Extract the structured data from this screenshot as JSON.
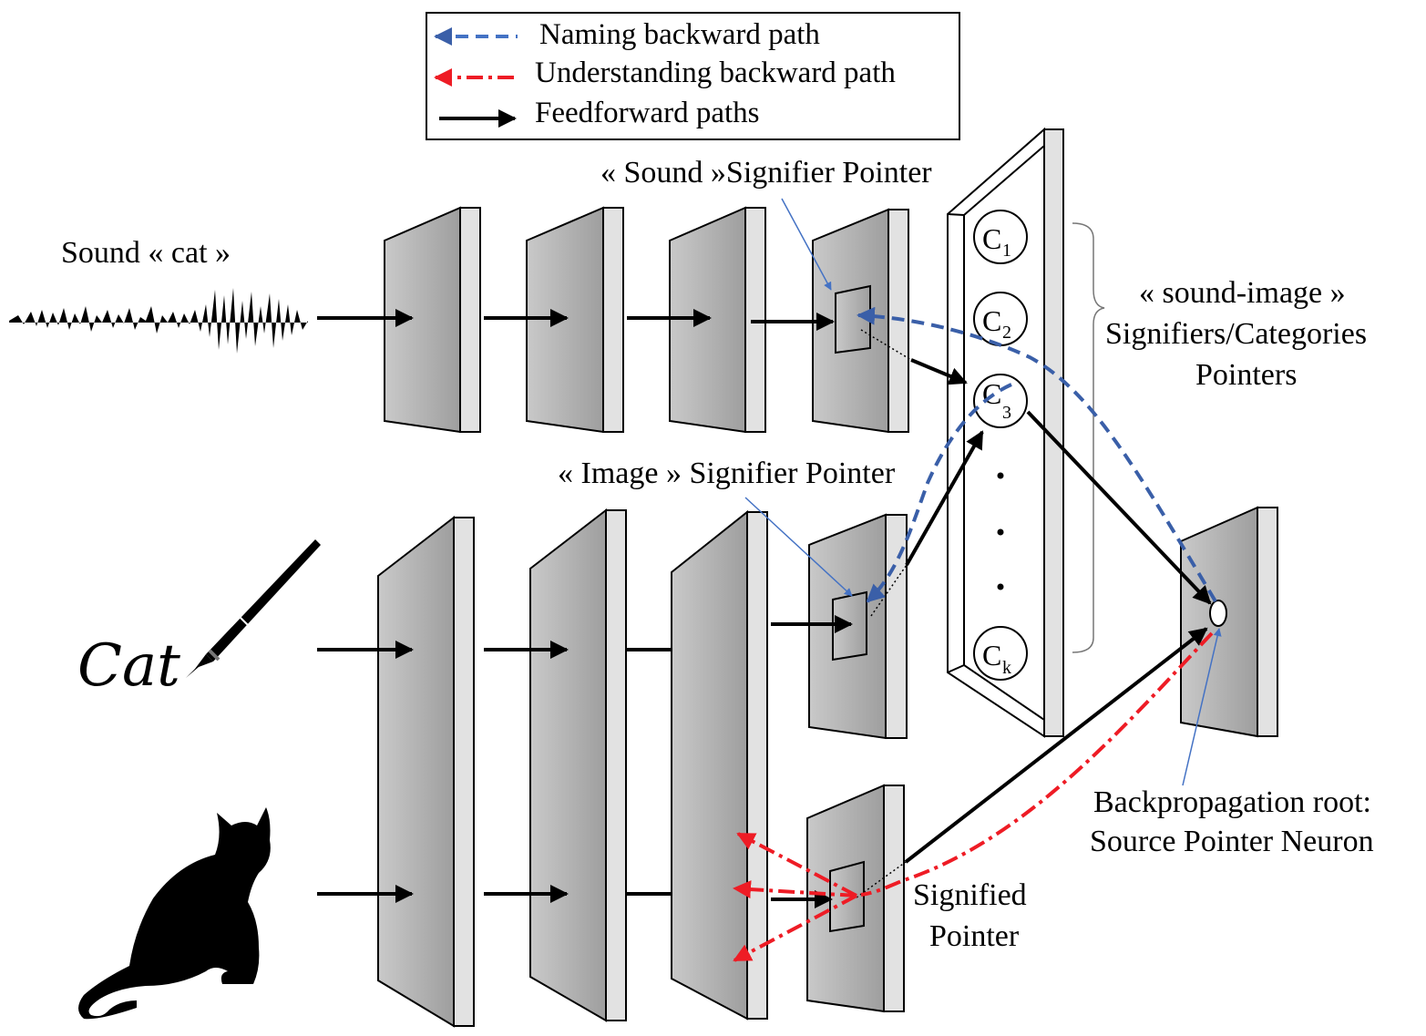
{
  "legend": {
    "naming": "Naming backward path",
    "understanding": "Understanding backward path",
    "feedforward": "Feedforward paths"
  },
  "colors": {
    "naming": "#3a5fa8",
    "understanding": "#ee1c25",
    "feedforward": "#000000",
    "annotation": "#4472c4",
    "layer_face": "#b4b4b4",
    "layer_edge": "#e2e2e2"
  },
  "inputs": {
    "sound_label": "Sound « cat »",
    "written_word": "Cat",
    "sound_icon": "sound-waveform-icon",
    "pen_icon": "fountain-pen-icon",
    "cat_icon": "cat-silhouette-icon"
  },
  "pointers": {
    "sound": "« Sound »Signifier Pointer",
    "image": "« Image » Signifier Pointer",
    "signified_line1": "Signified",
    "signified_line2": "Pointer"
  },
  "categories": {
    "c1": "C",
    "c1_sub": "1",
    "c2": "C",
    "c2_sub": "2",
    "c3": "C",
    "c3_sub": "3",
    "ck": "C",
    "ck_sub": "k",
    "group_line1": "« sound-image »",
    "group_line2": "Signifiers/Categories",
    "group_line3": "Pointers"
  },
  "root": {
    "line1": "Backpropagation root:",
    "line2": "Source Pointer Neuron"
  }
}
